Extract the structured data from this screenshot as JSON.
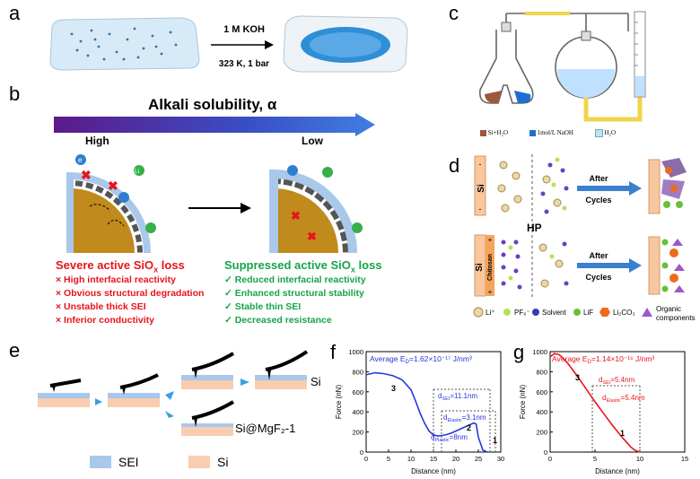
{
  "panels": {
    "a": {
      "label": "a",
      "condition_top": "1 M KOH",
      "condition_bottom": "323 K, 1 bar"
    },
    "b": {
      "label": "b",
      "title": "Alkali solubility, α",
      "high": "High",
      "low": "Low",
      "ion_e": "e",
      "ion_li": "Li",
      "left_title": "Severe active SiO",
      "left_title_sub": "x",
      "left_title_end": " loss",
      "left_items": [
        "× High interfacial reactivity",
        "× Obvious structural degradation",
        "× Unstable thick SEI",
        "× Inferior conductivity"
      ],
      "right_title": "Suppressed active SiO",
      "right_title_sub": "x",
      "right_title_end": " loss",
      "right_items": [
        "✓ Reduced interfacial reactivity",
        "✓ Enhanced structural stability",
        "✓ Stable thin SEI",
        "✓ Decreased resistance"
      ]
    },
    "c": {
      "label": "c",
      "legend": [
        "Si+H₂O",
        "1mol/L NaOH",
        "H₂O"
      ],
      "legend_colors": [
        "#9a5a3a",
        "#1f6fd0",
        "#bfe0ff"
      ]
    },
    "d": {
      "label": "d",
      "si": "Si",
      "hp": "HP",
      "chitosan": "Chitosan",
      "arrow_top": [
        "After",
        "Cycles"
      ],
      "arrow_bottom": [
        "After",
        "Cycles"
      ],
      "legend": [
        "Li⁺",
        "PF₆⁻",
        "Solvent",
        "LiF",
        "Li₂CO₃",
        "Organic",
        "components"
      ]
    },
    "e": {
      "label": "e",
      "si_label": "Si",
      "mgf_label": "Si@MgF₂-1",
      "legend_sei": "SEI",
      "legend_si": "Si",
      "colors": {
        "sei": "#a9c8ea",
        "si": "#f8cdb0"
      }
    },
    "f": {
      "label": "f",
      "annotation": "Average E",
      "annotation_sub": "D",
      "annotation_val": "=1.62×10⁻¹⁷ J/nm³",
      "d_sei": "d",
      "d_sei_sub": "SEI",
      "d_sei_val": "=11.1nm",
      "d_elastic": "d",
      "d_elastic_sub": "Elastic",
      "d_elastic_val": "=3.1nm",
      "d_plastic": "d",
      "d_plastic_sub": "Plastic",
      "d_plastic_val": "=8nm",
      "n1": "1",
      "n2": "2",
      "n3": "3",
      "xlabel": "Distance (nm)",
      "ylabel": "Force (nN)"
    },
    "g": {
      "label": "g",
      "annotation": "Average E",
      "annotation_sub": "D",
      "annotation_val": "=1.14×10⁻¹⁶ J/nm³",
      "d_sei": "d",
      "d_sei_sub": "SEI",
      "d_sei_val": "=5.4nm",
      "d_elastic": "d",
      "d_elastic_sub": "Elastic",
      "d_elastic_val": "=5.4nm",
      "n1": "1",
      "n3": "3",
      "xlabel": "Distance (nm)",
      "ylabel": "Force (nN)"
    }
  },
  "chart_data": [
    {
      "type": "line",
      "panel": "f",
      "xlabel": "Distance (nm)",
      "ylabel": "Force (nN)",
      "xlim": [
        0,
        30
      ],
      "ylim": [
        0,
        1000
      ],
      "xticks": [
        0,
        5,
        10,
        15,
        20,
        25,
        30
      ],
      "yticks": [
        0,
        200,
        400,
        600,
        800,
        1000
      ],
      "color": "#2538d8",
      "x": [
        0,
        2,
        4,
        6,
        8,
        10,
        11,
        12,
        13,
        14,
        15,
        16,
        17,
        18,
        19,
        20,
        21,
        22,
        23,
        24,
        24.5,
        25,
        26,
        27
      ],
      "y": [
        770,
        790,
        780,
        760,
        720,
        620,
        510,
        390,
        290,
        210,
        170,
        160,
        165,
        175,
        190,
        210,
        230,
        250,
        270,
        290,
        280,
        150,
        20,
        0
      ]
    },
    {
      "type": "line",
      "panel": "g",
      "xlabel": "Distance (nm)",
      "ylabel": "Force (nN)",
      "xlim": [
        0,
        15
      ],
      "ylim": [
        0,
        1000
      ],
      "xticks": [
        0,
        5,
        10,
        15
      ],
      "yticks": [
        0,
        200,
        400,
        600,
        800,
        1000
      ],
      "color": "#e8141c",
      "x": [
        0,
        0.5,
        1,
        1.5,
        2,
        3,
        4,
        5,
        6,
        7,
        8,
        9,
        9.5,
        10
      ],
      "y": [
        950,
        980,
        970,
        930,
        880,
        760,
        630,
        500,
        380,
        260,
        150,
        50,
        15,
        0
      ]
    }
  ]
}
